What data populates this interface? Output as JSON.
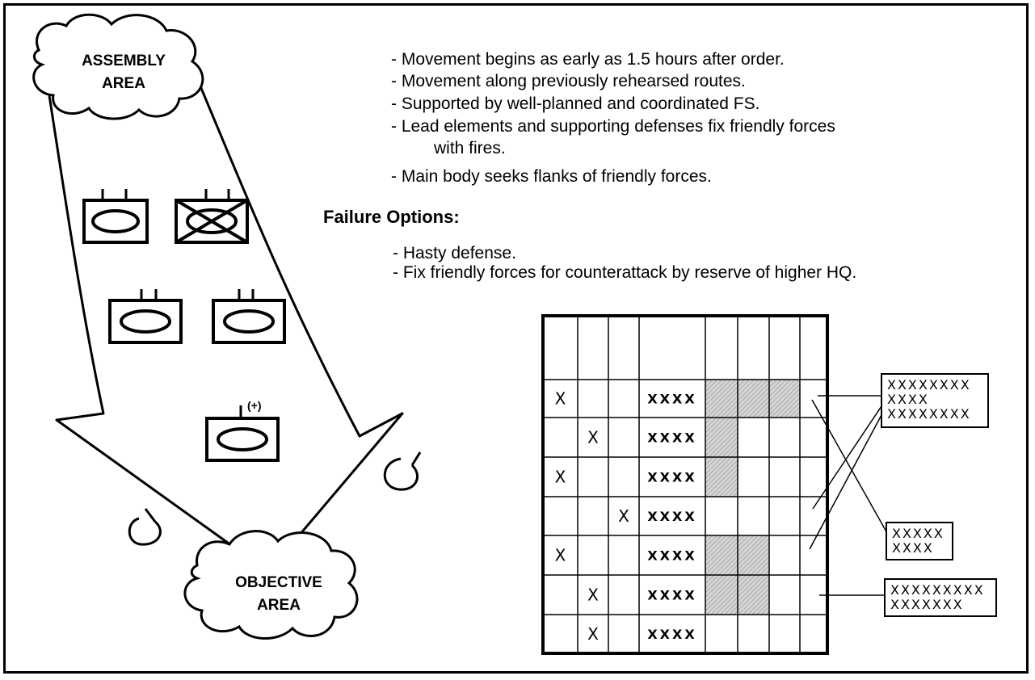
{
  "clouds": {
    "assembly": [
      "ASSEMBLY",
      "AREA"
    ],
    "objective": [
      "OBJECTIVE",
      "AREA"
    ]
  },
  "unit_modifier": "(+)",
  "bullets": [
    "- Movement begins as early as 1.5 hours after order.",
    "- Movement along previously rehearsed routes.",
    "-  Supported by well-planned and coordinated FS.",
    "-  Lead elements and supporting defenses fix friendly forces",
    "with fires.",
    "-  Main body seeks flanks of friendly forces."
  ],
  "failure": {
    "heading": "Failure Options:",
    "items": [
      "-  Hasty defense.",
      "- Fix friendly forces for counterattack by reserve of higher HQ."
    ]
  },
  "grid": {
    "rows": [
      {
        "mark": "",
        "col": 0,
        "xxxx": ""
      },
      {
        "mark": "X",
        "col": 0,
        "xxxx": "XXXX"
      },
      {
        "mark": "X",
        "col": 1,
        "xxxx": "XXXX"
      },
      {
        "mark": "X",
        "col": 0,
        "xxxx": "XXXX"
      },
      {
        "mark": "X",
        "col": 2,
        "xxxx": "XXXX"
      },
      {
        "mark": "X",
        "col": 0,
        "xxxx": "XXXX"
      },
      {
        "mark": "X",
        "col": 1,
        "xxxx": "XXXX"
      },
      {
        "mark": "X",
        "col": 1,
        "xxxx": "XXXX"
      }
    ]
  },
  "side_boxes": [
    [
      "XXXXXXXX",
      "XXXX",
      "XXXXXXXX"
    ],
    [
      "XXXXX",
      "XXXX"
    ],
    [
      "XXXXXXXXX",
      "XXXXXXX"
    ]
  ]
}
